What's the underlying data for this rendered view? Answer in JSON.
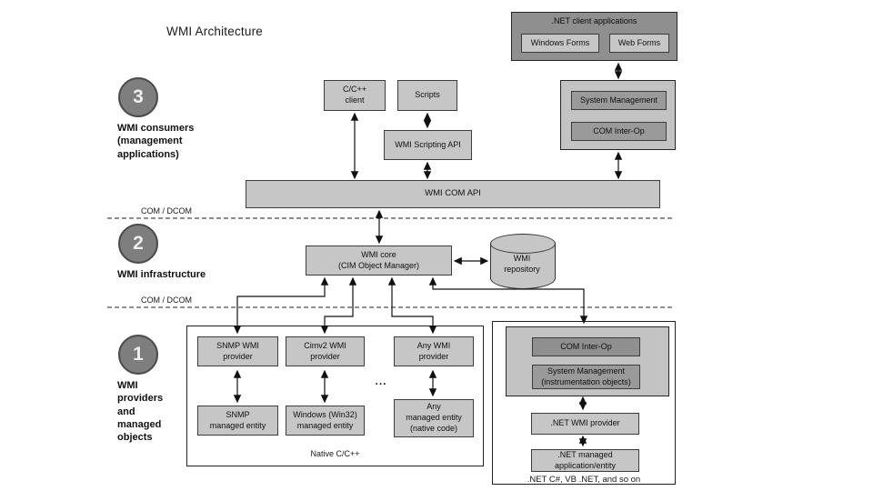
{
  "title": "WMI Architecture",
  "colors": {
    "box_light": "#c6c6c6",
    "box_mid": "#9a9a9a",
    "panel_gray": "#c3c3c3",
    "panel_dark": "#8f8f8f",
    "circle_fill": "#7e7e7e"
  },
  "tiers": [
    {
      "number": "3",
      "label": "WMI consumers\n(management\napplications)"
    },
    {
      "number": "2",
      "label": "WMI infrastructure"
    },
    {
      "number": "1",
      "label": "WMI\nproviders\nand\nmanaged\nobjects"
    }
  ],
  "layer_labels": {
    "com_dcom_upper": "COM / DCOM",
    "com_dcom_lower": "COM / DCOM"
  },
  "consumers": {
    "cpp_client": "C/C++\nclient",
    "scripts": "Scripts",
    "wmi_scripting_api": "WMI Scripting API",
    "net_client_apps": {
      "title": ".NET client applications",
      "windows_forms": "Windows Forms",
      "web_forms": "Web Forms"
    },
    "sys_mgmt_panel": {
      "system_management": "System Management",
      "com_interop": "COM Inter-Op"
    }
  },
  "infrastructure": {
    "wmi_com_api": "WMI COM API",
    "wmi_core": "WMI core\n(CIM Object Manager)",
    "wmi_repository": "WMI\nrepository"
  },
  "providers": {
    "native": {
      "caption": "Native C/C++",
      "snmp_provider": "SNMP WMI\nprovider",
      "cimv2_provider": "Cimv2 WMI\nprovider",
      "any_provider": "Any WMI\nprovider",
      "snmp_entity": "SNMP\nmanaged entity",
      "win32_entity": "Windows (Win32)\nmanaged entity",
      "any_entity": "Any\nmanaged entity\n(native code)",
      "ellipsis": "..."
    },
    "dotnet": {
      "caption": ".NET C#, VB .NET, and so on",
      "com_interop": "COM Inter-Op",
      "system_management": "System Management\n(instrumentation objects)",
      "net_provider": ".NET WMI provider",
      "net_entity": ".NET managed\napplication/entity"
    }
  }
}
